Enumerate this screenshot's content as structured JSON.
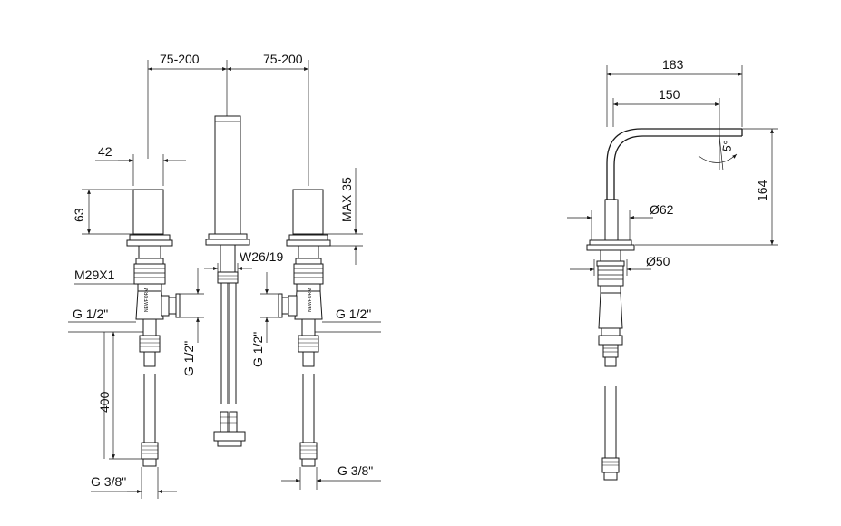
{
  "front_view": {
    "dims": {
      "spacing_left": "75-200",
      "spacing_right": "75-200",
      "handle_width": "42",
      "handle_height": "63",
      "max_deck": "MAX 35",
      "nut_thread": "W26/19",
      "body_thread": "M29X1",
      "inlet_left": "G 1/2\"",
      "inlet_right": "G 1/2\"",
      "inlet_vert_left": "G 1/2\"",
      "inlet_vert_right": "G 1/2\"",
      "hose_length": "400",
      "hose_end_left": "G 3/8\"",
      "hose_end_right": "G 3/8\""
    }
  },
  "side_view": {
    "dims": {
      "spout_reach_total": "183",
      "spout_reach": "150",
      "spout_height": "164",
      "angle": "5°",
      "base_diameter": "Ø62",
      "shank_diameter": "Ø50"
    }
  }
}
